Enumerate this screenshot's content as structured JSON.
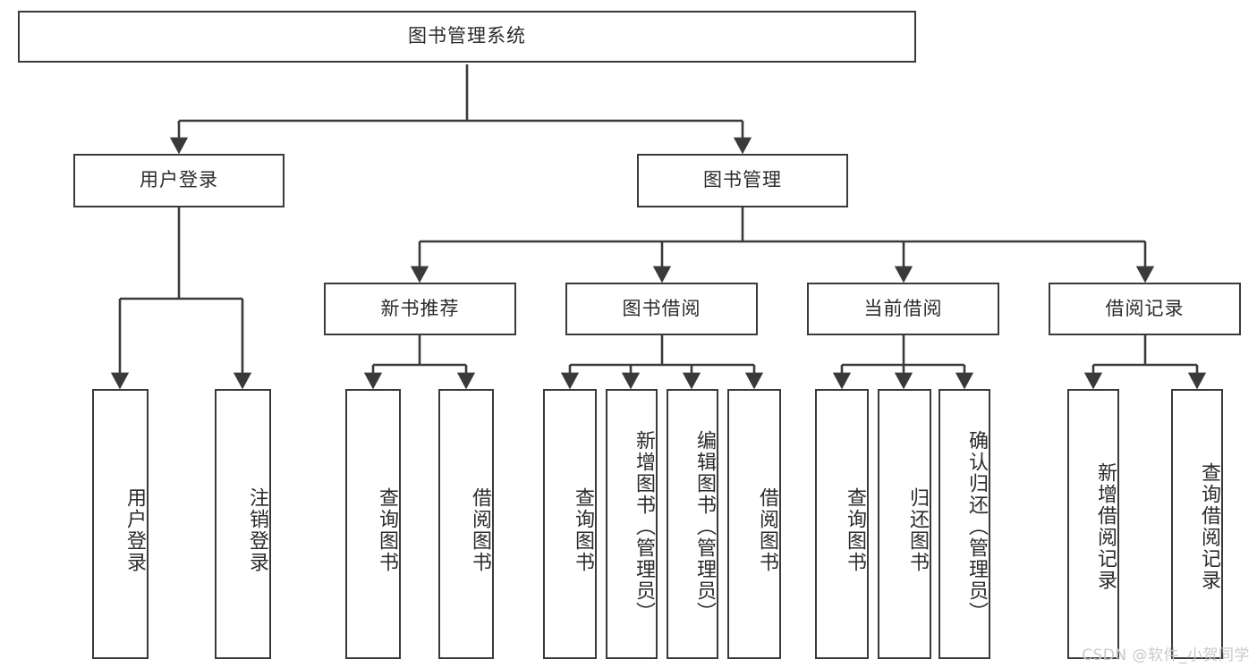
{
  "diagram": {
    "type": "tree-hierarchy-chart",
    "title": "图书管理系统",
    "stroke_color": "#3a3a3a",
    "text_color": "#2b2b2b",
    "background_color": "#ffffff",
    "watermark": "CSDN @软件_小贺同学"
  },
  "nodes": {
    "root": {
      "label": "图书管理系统"
    },
    "level2": [
      {
        "id": "user-login",
        "label": "用户登录"
      },
      {
        "id": "book-manage",
        "label": "图书管理"
      }
    ],
    "level3": [
      {
        "id": "new-book-recommend",
        "label": "新书推荐"
      },
      {
        "id": "book-borrow",
        "label": "图书借阅"
      },
      {
        "id": "current-borrow",
        "label": "当前借阅"
      },
      {
        "id": "borrow-record",
        "label": "借阅记录"
      }
    ],
    "leaves": {
      "user_login": [
        {
          "id": "leaf-user-login",
          "label": "用户登录"
        },
        {
          "id": "leaf-user-logout",
          "label": "注销登录"
        }
      ],
      "new_book_recommend": [
        {
          "id": "leaf-query-book-1",
          "label": "查询图书"
        },
        {
          "id": "leaf-borrow-book-1",
          "label": "借阅图书"
        }
      ],
      "book_borrow": [
        {
          "id": "leaf-query-book-2",
          "label": "查询图书"
        },
        {
          "id": "leaf-add-book",
          "label": "新增图书（管理员）"
        },
        {
          "id": "leaf-edit-book",
          "label": "编辑图书（管理员）"
        },
        {
          "id": "leaf-borrow-book-2",
          "label": "借阅图书"
        }
      ],
      "current_borrow": [
        {
          "id": "leaf-query-book-3",
          "label": "查询图书"
        },
        {
          "id": "leaf-return-book",
          "label": "归还图书"
        },
        {
          "id": "leaf-confirm-return",
          "label": "确认归还（管理员）"
        }
      ],
      "borrow_record": [
        {
          "id": "leaf-add-record",
          "label": "新增借阅记录"
        },
        {
          "id": "leaf-query-record",
          "label": "查询借阅记录"
        }
      ]
    }
  }
}
